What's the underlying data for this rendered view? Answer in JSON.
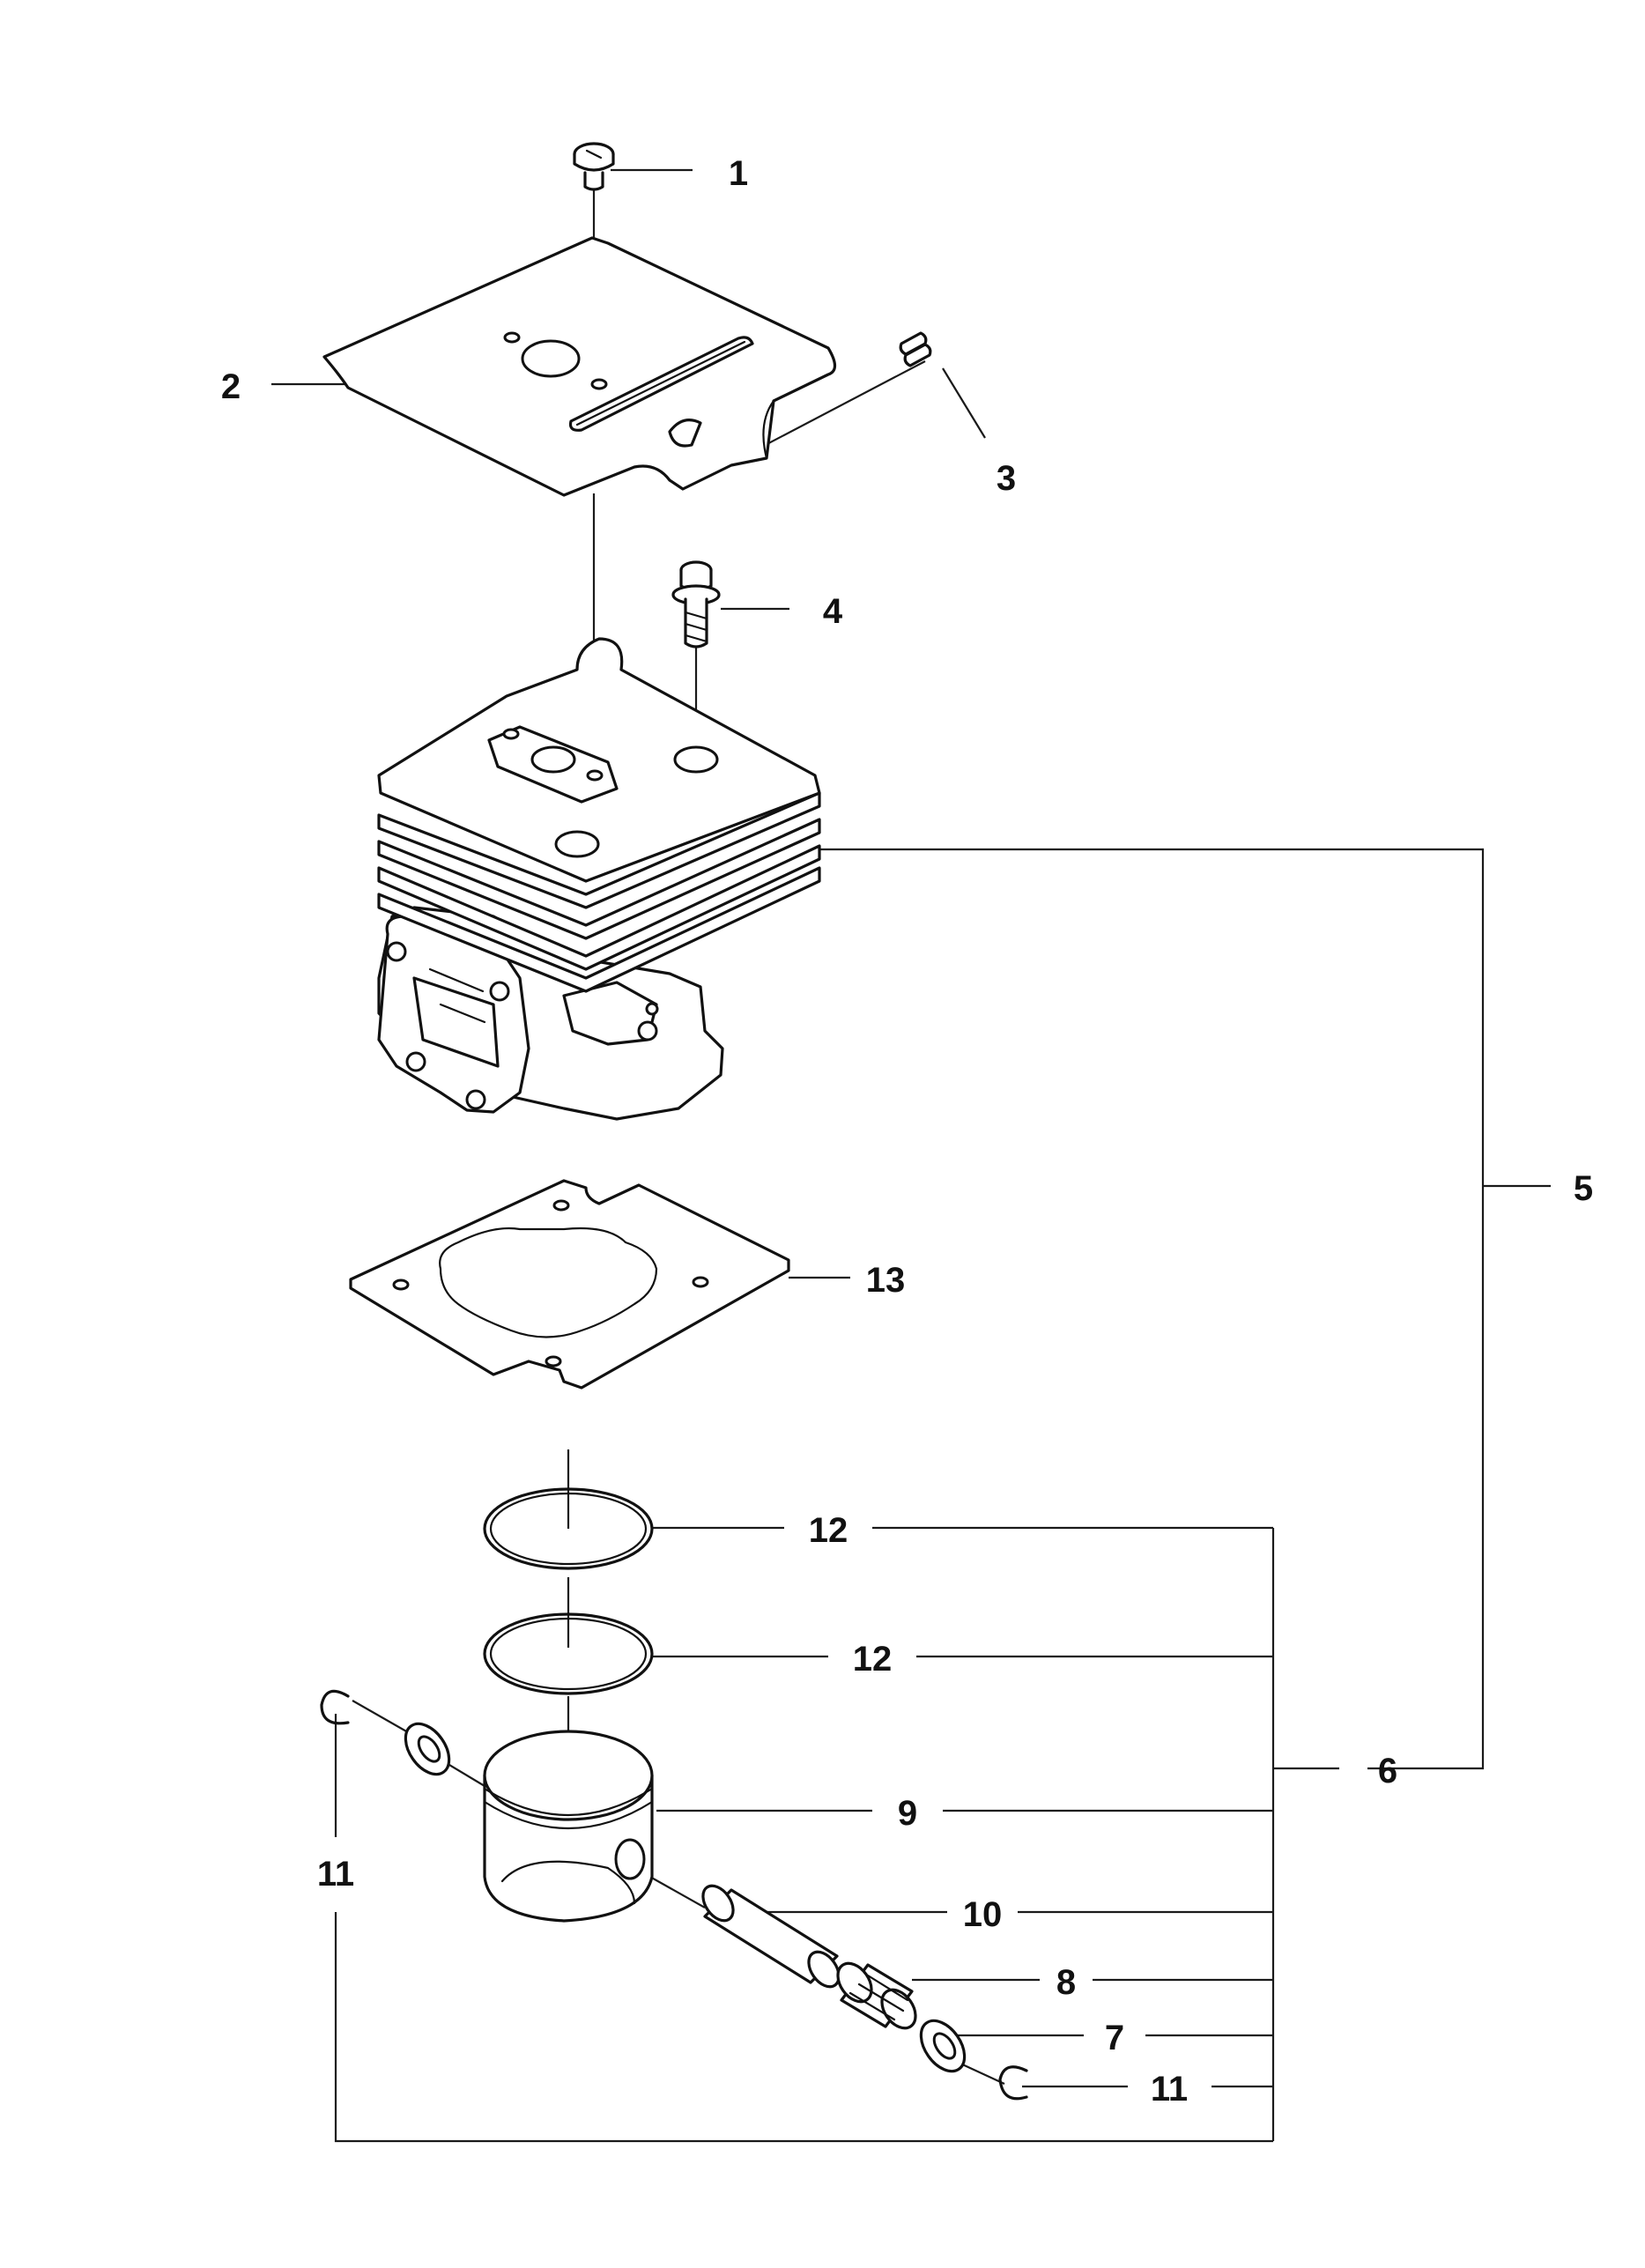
{
  "callouts": [
    {
      "id": "c1",
      "label": "1"
    },
    {
      "id": "c2",
      "label": "2"
    },
    {
      "id": "c3",
      "label": "3"
    },
    {
      "id": "c4",
      "label": "4"
    },
    {
      "id": "c5",
      "label": "5"
    },
    {
      "id": "c6",
      "label": "6"
    },
    {
      "id": "c7",
      "label": "7"
    },
    {
      "id": "c8",
      "label": "8"
    },
    {
      "id": "c9",
      "label": "9"
    },
    {
      "id": "c10",
      "label": "10"
    },
    {
      "id": "c11a",
      "label": "11"
    },
    {
      "id": "c11b",
      "label": "11"
    },
    {
      "id": "c12a",
      "label": "12"
    },
    {
      "id": "c12b",
      "label": "12"
    },
    {
      "id": "c13",
      "label": "13"
    }
  ]
}
